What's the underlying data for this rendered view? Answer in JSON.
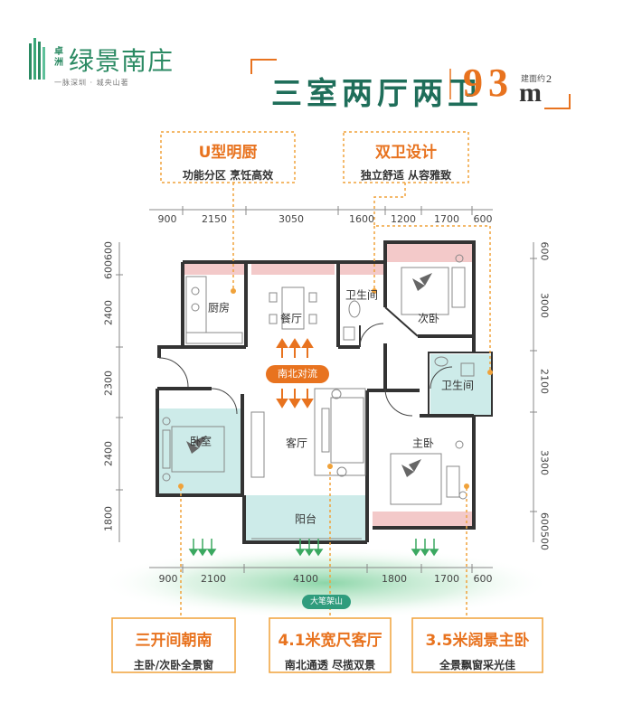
{
  "logo": {
    "small": "卓洲",
    "name": "绿景南庄",
    "slogan": "一脉深圳 · 城央山著"
  },
  "headline": {
    "layout": "三室两厅两卫",
    "area": "93",
    "unit_label": "建面约",
    "unit": "m",
    "unit_sup": "2"
  },
  "features": {
    "kitchen": {
      "title": "U型明厨",
      "desc": "功能分区 烹饪高效"
    },
    "bath": {
      "title": "双卫设计",
      "desc": "独立舒适 从容雅致"
    },
    "south": {
      "title": "三开间朝南",
      "desc": "主卧/次卧全景窗"
    },
    "living": {
      "title": "4.1米宽尺客厅",
      "desc": "南北通透 尽揽双景"
    },
    "master": {
      "title": "3.5米阔景主卧",
      "desc": "全景飘窗采光佳"
    }
  },
  "dims": {
    "top": [
      "900",
      "2150",
      "3050",
      "1600",
      "1200",
      "1700",
      "600"
    ],
    "bottom": [
      "900",
      "2100",
      "4100",
      "1800",
      "1700",
      "600"
    ],
    "left": [
      "600600",
      "2400",
      "2300",
      "2400",
      "1800"
    ],
    "right": [
      "600",
      "3000",
      "2100",
      "3300",
      "600500"
    ]
  },
  "rooms": {
    "kitchen": "厨房",
    "dining": "餐厅",
    "bath1": "卫生间",
    "bedroom2": "次卧",
    "bath2": "卫生间",
    "bedroom3": "卧室",
    "living": "客厅",
    "master": "主卧",
    "balcony": "阳台"
  },
  "flow_label": "南北对流",
  "mountain_label": "大笔架山",
  "colors": {
    "brand_green": "#2b8a63",
    "accent_orange": "#e8731f",
    "window_pink": "#f3c9c9",
    "room_teal": "#cdebe9",
    "wall": "#333333",
    "guide_line": "#f0a23a",
    "arrow_green": "#3aa860"
  },
  "icons": [
    "logo-mark-icon",
    "arrow-up-icon",
    "arrow-down-icon",
    "bed-icon",
    "table-icon",
    "sofa-icon",
    "toilet-icon",
    "sink-icon",
    "stove-icon",
    "sun-arrow-icon"
  ]
}
